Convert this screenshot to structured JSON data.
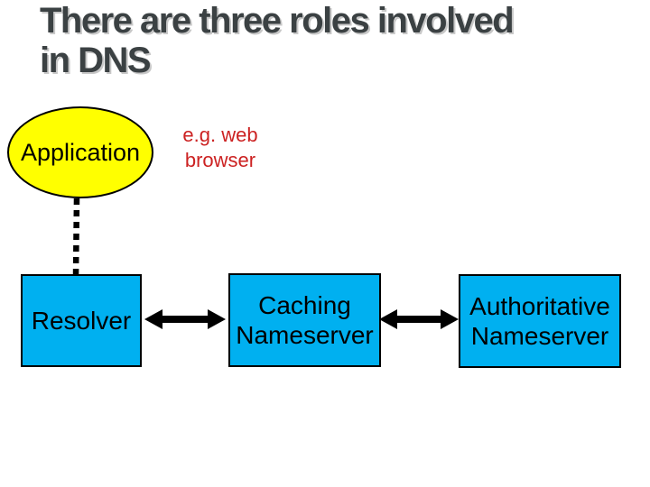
{
  "slide": {
    "title": {
      "text": "There are three roles involved in DNS",
      "lines": [
        "There are three roles involved",
        "in DNS"
      ]
    },
    "application_node": {
      "label": "Application",
      "shape": "ellipse"
    },
    "annotation": {
      "text": "e.g. web browser",
      "lines": [
        "e.g. web",
        "browser"
      ]
    },
    "boxes": [
      {
        "id": "resolver",
        "lines": [
          "Resolver",
          ""
        ]
      },
      {
        "id": "caching-nameserver",
        "lines": [
          "Caching",
          "Nameserver"
        ]
      },
      {
        "id": "authoritative-nameserver",
        "lines": [
          "Authoritative",
          "Nameserver"
        ]
      }
    ],
    "connectors": [
      {
        "id": "application-to-resolver",
        "style": "dashed-line"
      },
      {
        "id": "resolver-to-caching",
        "style": "double-arrow"
      },
      {
        "id": "caching-to-authoritative",
        "style": "double-arrow"
      }
    ],
    "colors": {
      "title_text": "#3b4143",
      "title_shadow": "#c8c8c8",
      "ellipse_fill": "#ffff00",
      "box_fill": "#00b0f0",
      "annotation_text": "#cc2222",
      "connector": "#000000",
      "background": "#ffffff"
    }
  }
}
